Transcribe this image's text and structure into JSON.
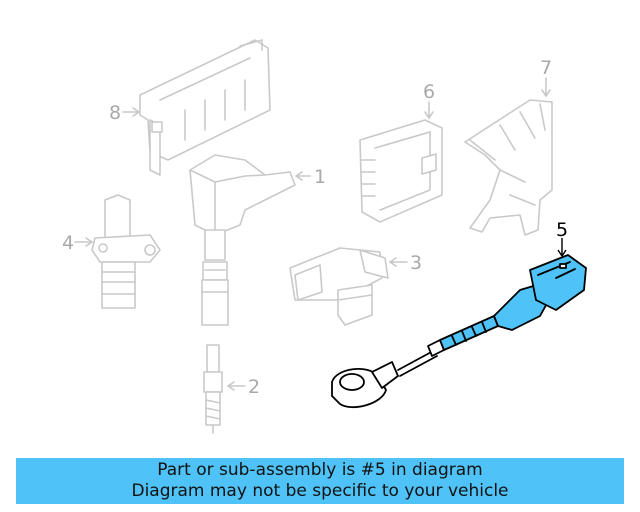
{
  "diagram": {
    "callouts": [
      {
        "id": "1",
        "label": "1"
      },
      {
        "id": "2",
        "label": "2"
      },
      {
        "id": "3",
        "label": "3"
      },
      {
        "id": "4",
        "label": "4"
      },
      {
        "id": "5",
        "label": "5"
      },
      {
        "id": "6",
        "label": "6"
      },
      {
        "id": "7",
        "label": "7"
      },
      {
        "id": "8",
        "label": "8"
      }
    ],
    "highlighted_part": "5",
    "colors": {
      "highlight": "#4fc3f7",
      "ghost_outline": "#c9c9c9",
      "callout_ghost": "#a9a9a9",
      "banner_background": "#4fc3f7"
    }
  },
  "banner": {
    "line1": "Part or sub-assembly is #5 in diagram",
    "line2": "Diagram may not be specific to your vehicle"
  }
}
